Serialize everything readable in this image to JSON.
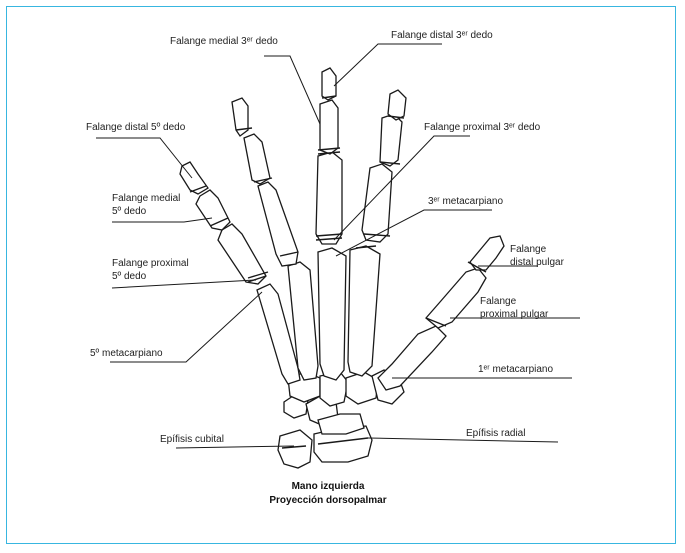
{
  "labels": {
    "falange_medial_3": "Falange medial 3ᵉʳ dedo",
    "falange_distal_3": "Falange distal 3ᵉʳ dedo",
    "falange_distal_5": "Falange distal 5º dedo",
    "falange_proximal_3": "Falange proximal 3ᵉʳ dedo",
    "falange_medial_5_l1": "Falange medial",
    "falange_medial_5_l2": "5º dedo",
    "metacarpiano_3": "3ᵉʳ metacarpiano",
    "falange_distal_pulgar_l1": "Falange",
    "falange_distal_pulgar_l2": "distal pulgar",
    "falange_proximal_5_l1": "Falange proximal",
    "falange_proximal_5_l2": "5º dedo",
    "falange_proximal_pulgar_l1": "Falange",
    "falange_proximal_pulgar_l2": "proximal pulgar",
    "metacarpiano_5": "5º metacarpiano",
    "metacarpiano_1": "1ᵉʳ metacarpiano",
    "epifisis_cubital": "Epífisis cubital",
    "epifisis_radial": "Epífisis radial"
  },
  "caption": {
    "line1": "Mano izquierda",
    "line2": "Proyección dorsopalmar"
  },
  "colors": {
    "frame": "#38b6e0",
    "ink": "#1a1a1a"
  }
}
